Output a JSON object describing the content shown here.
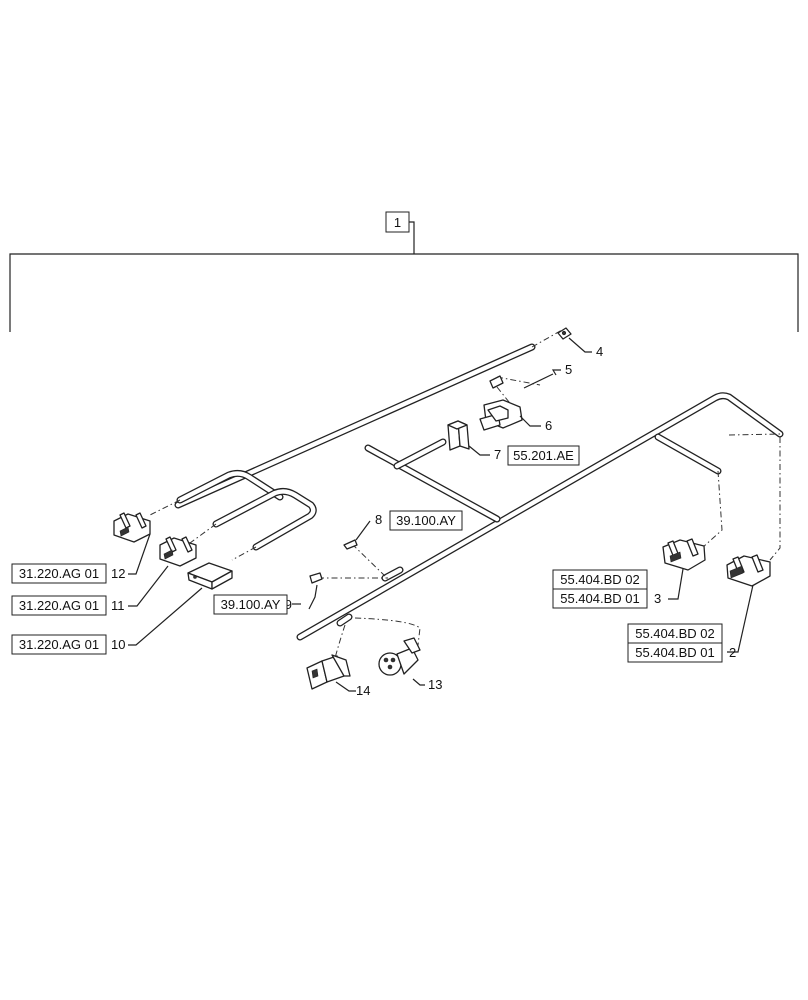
{
  "main_item": "1",
  "callouts": {
    "c2": "2",
    "c3": "3",
    "c4": "4",
    "c5": "5",
    "c6": "6",
    "c7": "7",
    "c8": "8",
    "c9": "9",
    "c10": "10",
    "c11": "11",
    "c12": "12",
    "c13": "13",
    "c14": "14"
  },
  "refs": {
    "r_55201AE": "55.201.AE",
    "r_39100AY_8": "39.100.AY",
    "r_39100AY_9": "39.100.AY",
    "r_31220AG01_12": "31.220.AG 01",
    "r_31220AG01_11": "31.220.AG 01",
    "r_31220AG01_10": "31.220.AG 01",
    "r_55404BD02_3": "55.404.BD 02",
    "r_55404BD01_3": "55.404.BD 01",
    "r_55404BD02_2": "55.404.BD 02",
    "r_55404BD01_2": "55.404.BD 01"
  }
}
